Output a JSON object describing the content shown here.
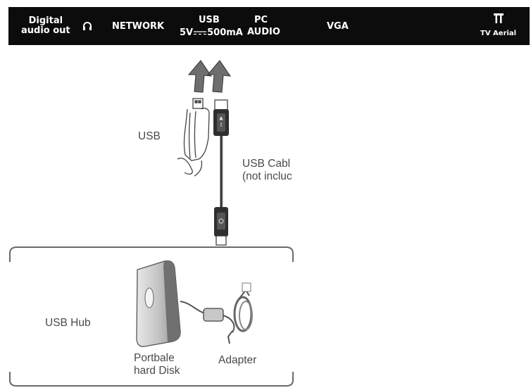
{
  "header": {
    "digital_audio_line1": "Digital",
    "digital_audio_line2": "audio out",
    "headphone_icon": "headphone-icon",
    "network": "NETWORK",
    "usb": "USB",
    "usb_rating_left": "5V",
    "usb_rating_right": "500mA",
    "pc": "PC",
    "audio": "AUDIO",
    "vga": "VGA",
    "antenna_icon": "antenna-icon",
    "tv_aerial": "TV Aerial"
  },
  "diagram": {
    "usb_label": "USB",
    "cable_line1": "USB Cabl",
    "cable_line2": "(not incluc",
    "hub_label": "USB Hub",
    "disk_line1": "Portbale",
    "disk_line2": "hard Disk",
    "adapter_label": "Adapter"
  }
}
